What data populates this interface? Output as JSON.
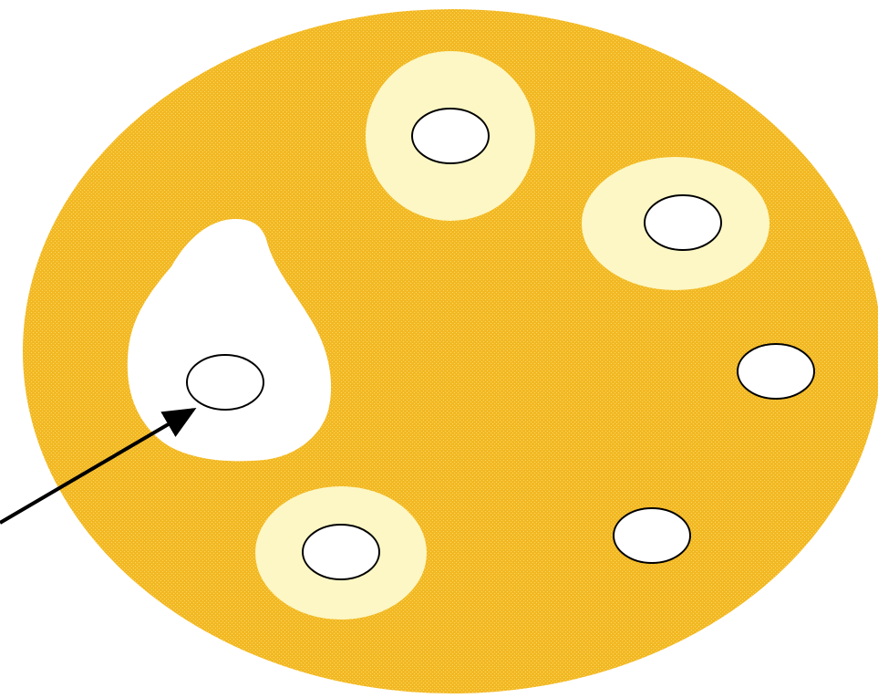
{
  "colors": {
    "background": "#ffffff",
    "plate_fill": "#f2b824",
    "plate_texture": "#fbd85f",
    "inhibition_zone": "#fcf7c4",
    "clear_zone": "#ffffff",
    "disc_fill": "#ffffff",
    "disc_stroke": "#000000",
    "arrow": "#000000"
  },
  "petri_dish": {
    "name": "agar-plate",
    "pattern": "fine-dither"
  },
  "discs": [
    {
      "id": "disc-top",
      "zone": "pale-halo"
    },
    {
      "id": "disc-upper-right",
      "zone": "pale-halo"
    },
    {
      "id": "disc-left",
      "zone": "clear-teardrop"
    },
    {
      "id": "disc-right",
      "zone": "none"
    },
    {
      "id": "disc-bottom-left",
      "zone": "pale-halo"
    },
    {
      "id": "disc-bottom-right",
      "zone": "none"
    }
  ],
  "arrow": {
    "points_to": "disc-left"
  }
}
